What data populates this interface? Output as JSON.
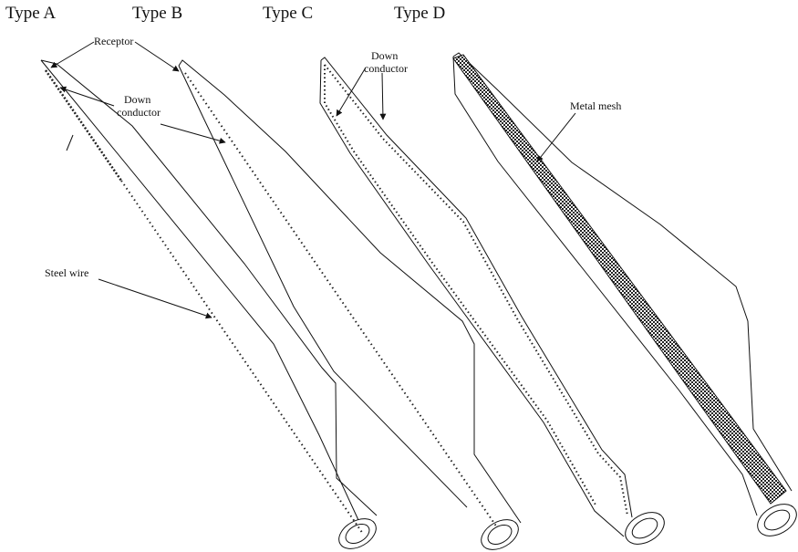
{
  "types": [
    {
      "label": "Type A"
    },
    {
      "label": "Type B"
    },
    {
      "label": "Type C"
    },
    {
      "label": "Type D"
    }
  ],
  "annotations": {
    "receptor": "Receptor",
    "down_conductor_b_line1": "Down",
    "down_conductor_b_line2": "conductor",
    "down_conductor_c_line1": "Down",
    "down_conductor_c_line2": "conductor",
    "steel_wire": "Steel wire",
    "metal_mesh": "Metal mesh"
  },
  "colors": {
    "ink": "#111111",
    "mesh_dark": "#222222",
    "background": "#ffffff"
  }
}
